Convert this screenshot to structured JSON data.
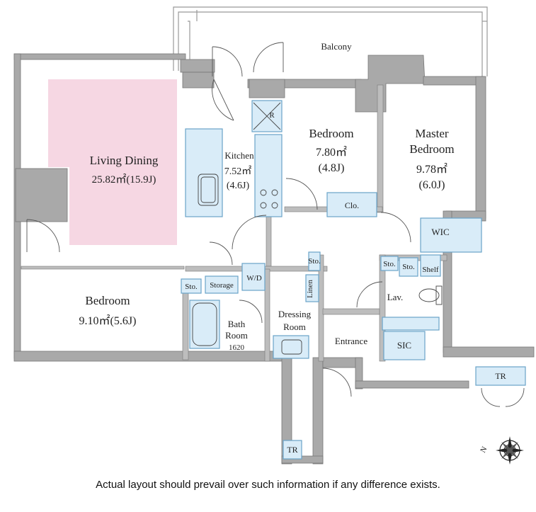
{
  "rooms": {
    "balcony": "Balcony",
    "living_dining": {
      "name": "Living Dining",
      "area": "25.82㎡(15.9J)"
    },
    "kitchen": {
      "name": "Kitchen",
      "area": "7.52㎡",
      "size": "(4.6J)"
    },
    "bedroom_center": {
      "name": "Bedroom",
      "area": "7.80㎡",
      "size": "(4.8J)"
    },
    "master_bedroom": {
      "name_line1": "Master",
      "name_line2": "Bedroom",
      "area": "9.78㎡",
      "size": "(6.0J)"
    },
    "bedroom_left": {
      "name": "Bedroom",
      "area": "9.10㎡(5.6J)"
    },
    "bath": {
      "line1": "Bath",
      "line2": "Room",
      "size": "1620"
    },
    "dressing": {
      "line1": "Dressing",
      "line2": "Room"
    },
    "entrance": "Entrance",
    "lavatory": "Lav."
  },
  "fixtures": {
    "refrigerator": "R",
    "closet": "Clo.",
    "wic": "WIC",
    "shelf": "Shelf",
    "storage_left": "Sto.",
    "storage": "Storage",
    "washer": "W/D",
    "storage_hall": "Sto.",
    "linen": "Linen",
    "storage_bed1": "Sto.",
    "storage_bed2": "Sto.",
    "sic": "SIC",
    "trunk_room_top": "TR",
    "trunk_room_bottom": "TR"
  },
  "compass": {
    "mark": "N"
  },
  "disclaimer": "Actual layout should prevail over such information if any difference exists.",
  "colors": {
    "wall": "#a9a9a9",
    "living_highlight": "#f6d7e3",
    "fixture_fill": "#d9ecf8",
    "fixture_stroke": "#6aa3c8"
  }
}
